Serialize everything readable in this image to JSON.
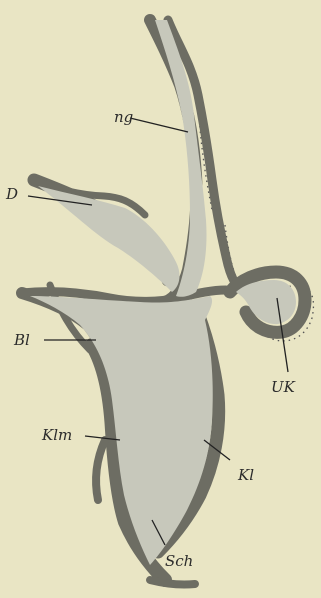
{
  "labels": {
    "ng": "ng",
    "D": "D",
    "Bl": "Bl",
    "UK": "UK",
    "Klm": "Klm",
    "Kl": "Kl",
    "Sch": "Sch"
  }
}
